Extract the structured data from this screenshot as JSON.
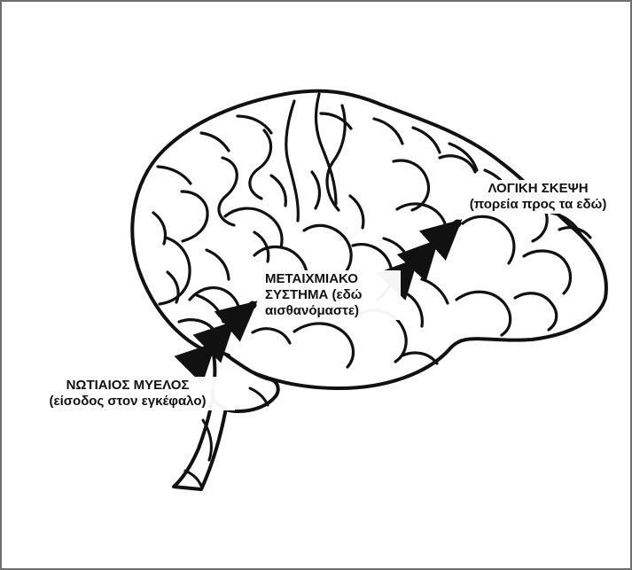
{
  "labels": {
    "spinal_cord": {
      "line1": "ΝΩΤΙΑΙΟΣ ΜΥΕΛΟΣ",
      "line2": "(είσοδος στον εγκέφαλο)"
    },
    "limbic_system": {
      "line1": "ΜΕΤΑΙΧΜΙΑΚΟ",
      "line2": "ΣΥΣΤΗΜΑ (εδώ",
      "line3": "αισθανόμαστε)"
    },
    "logical_thought": {
      "line1": "ΛΟΓΙΚΗ ΣΚΕΨΗ",
      "line2": "(πορεία προς τα εδώ)"
    }
  },
  "colors": {
    "background": "#ffffff",
    "frame": "#6f6f6f",
    "ink": "#111111"
  }
}
